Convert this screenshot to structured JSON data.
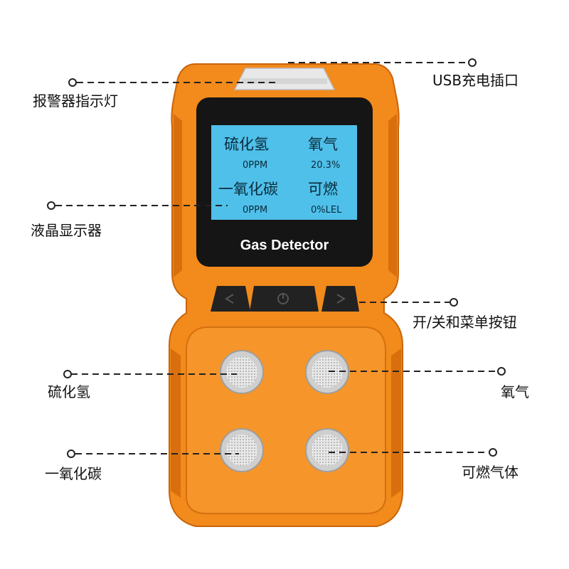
{
  "device": {
    "brand_text": "Gas Detector",
    "body_color": "#f28a1c",
    "body_dark": "#d96f0c",
    "screen_bg": "#4fc0ea",
    "bezel_color": "#151515"
  },
  "screen": {
    "h2s_label": "硫化氢",
    "h2s_value": "0PPM",
    "o2_label": "氧气",
    "o2_value": "20.3%",
    "co_label": "一氧化碳",
    "co_value": "0PPM",
    "lel_label": "可燃",
    "lel_value": "0%LEL"
  },
  "callouts": {
    "usb_port": "USB充电插口",
    "alarm_light": "报警器指示灯",
    "lcd_display": "液晶显示器",
    "buttons": "开/关和菜单按钮",
    "h2s_sensor": "硫化氢",
    "o2_sensor": "氧气",
    "co_sensor": "一氧化碳",
    "combustible_sensor": "可燃气体"
  },
  "icons": {
    "left_button": "triangle-left-icon",
    "power_button": "power-icon",
    "right_button": "triangle-right-icon"
  }
}
